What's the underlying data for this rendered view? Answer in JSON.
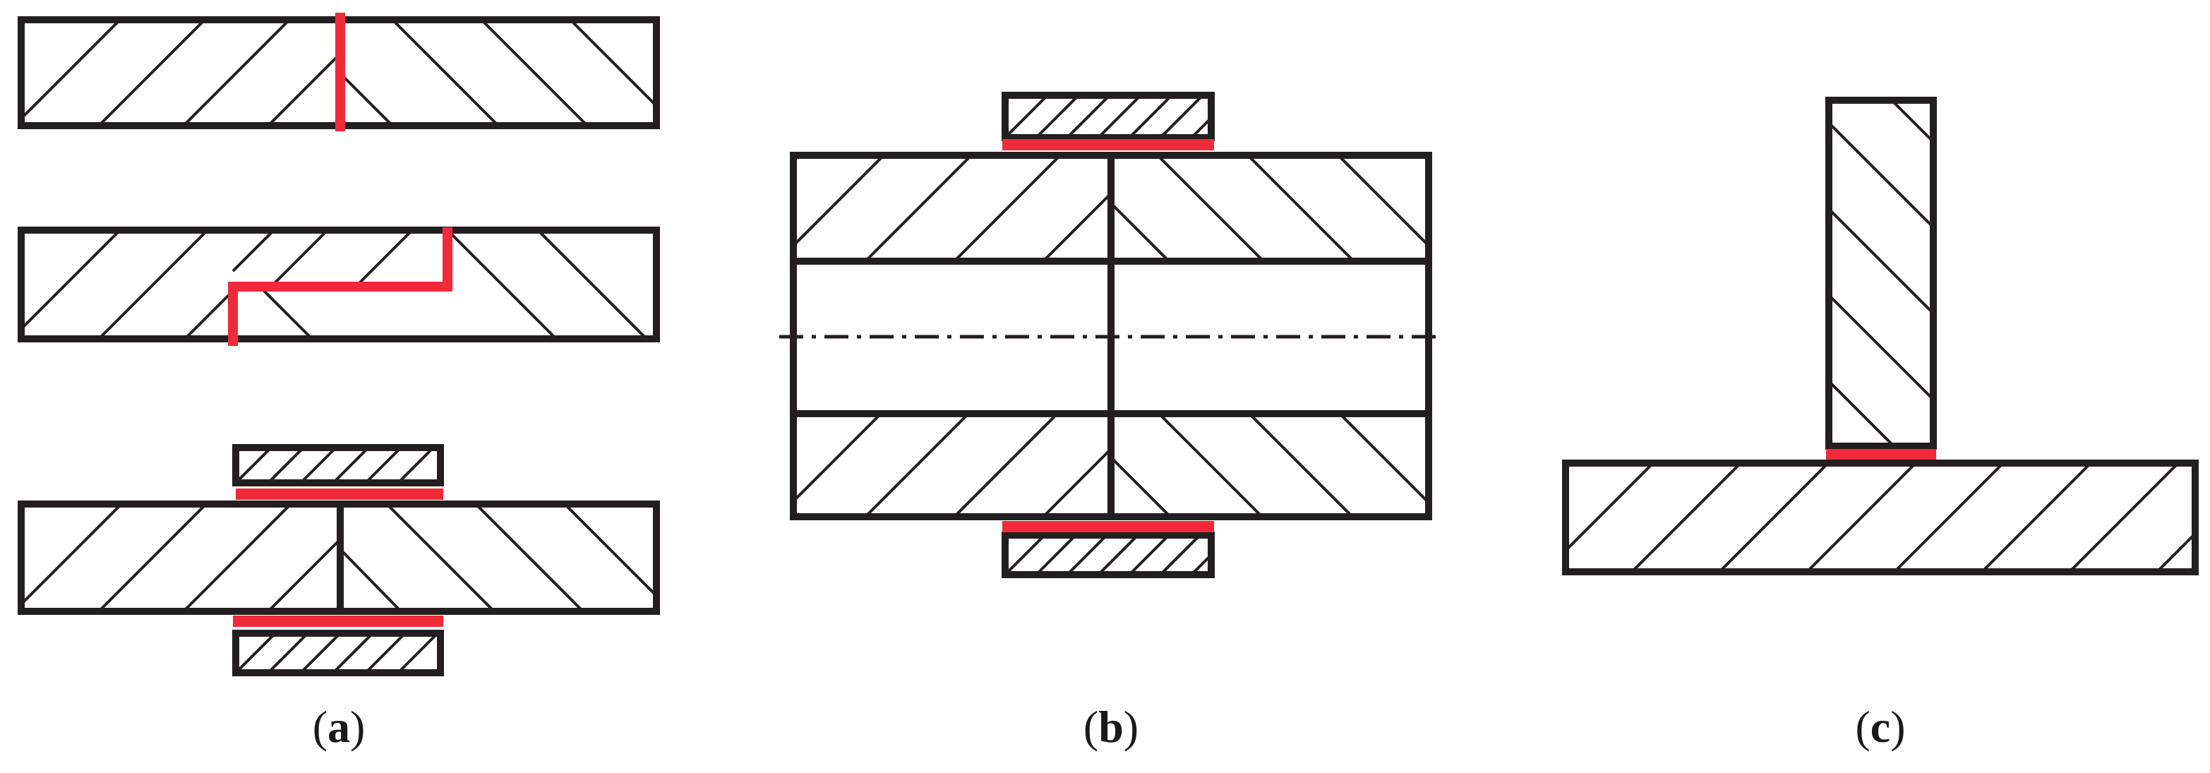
{
  "colors": {
    "outline": "#231f20",
    "joint": "#ef2b3a",
    "background": "#ffffff"
  },
  "panels": [
    {
      "id": "a",
      "label": "a",
      "open": "(",
      "close": ")"
    },
    {
      "id": "b",
      "label": "b",
      "open": "(",
      "close": ")"
    },
    {
      "id": "c",
      "label": "c",
      "open": "(",
      "close": ")"
    }
  ]
}
